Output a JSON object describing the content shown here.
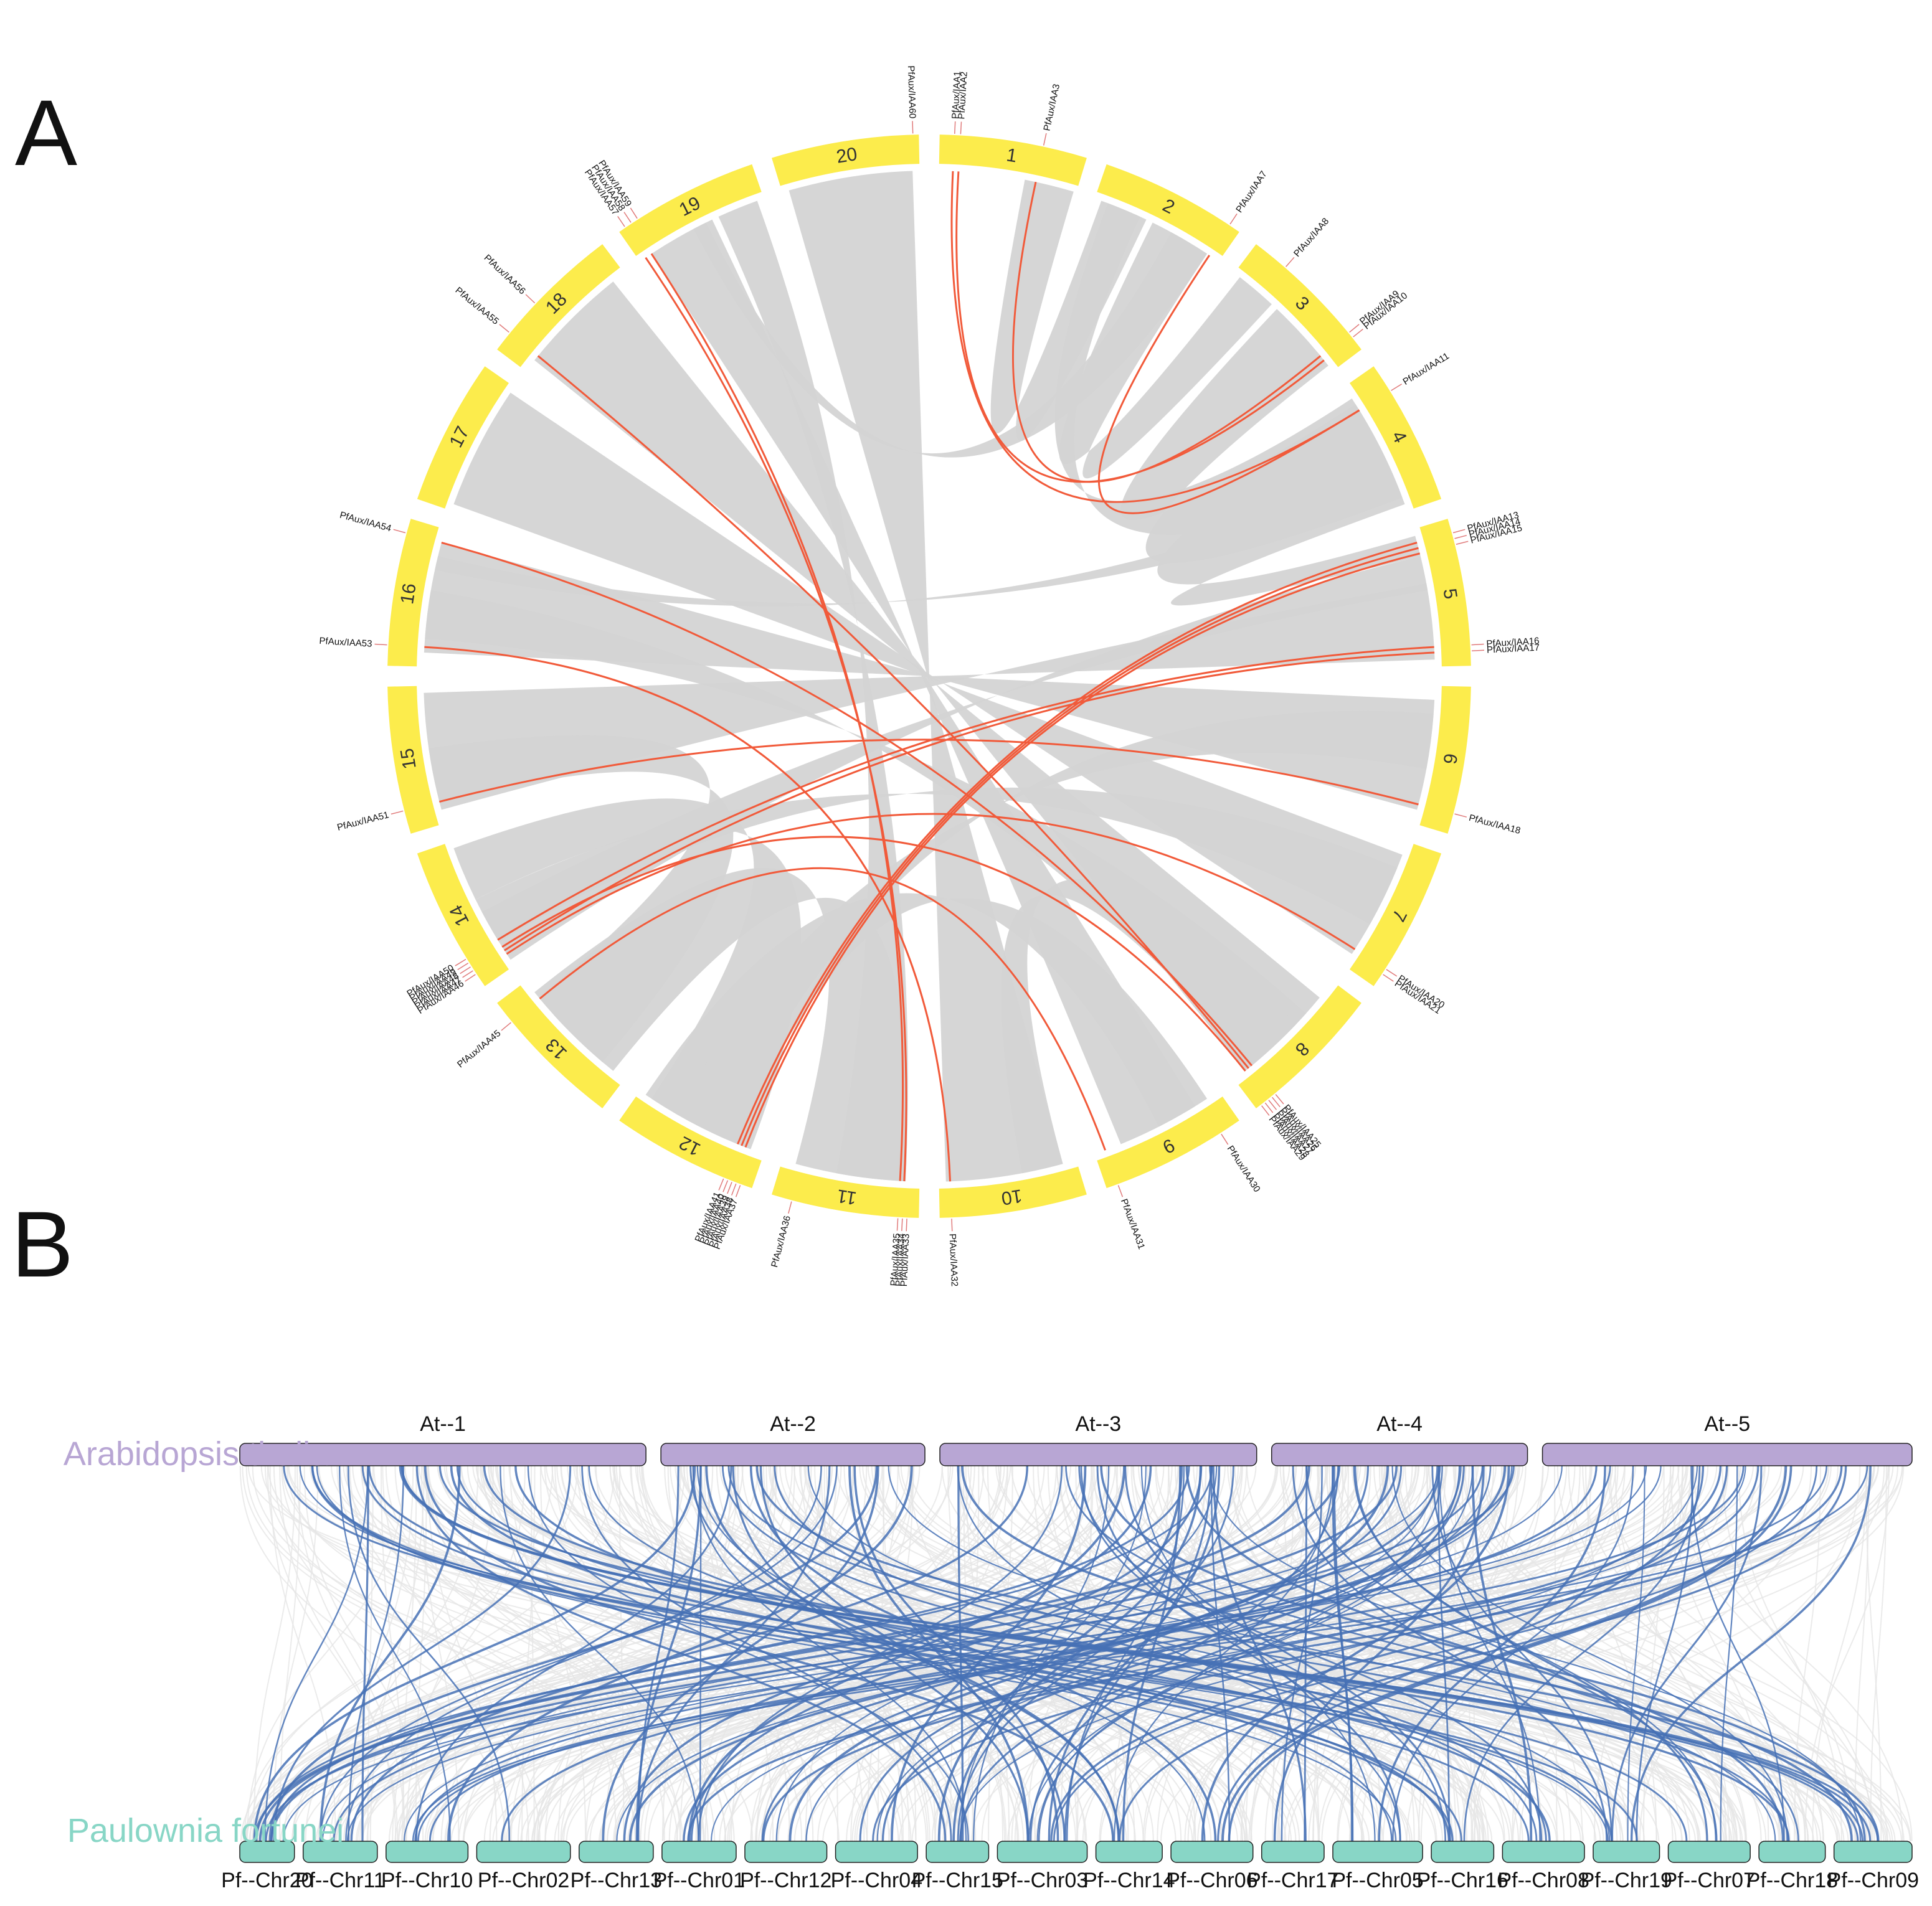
{
  "panels": {
    "a": "A",
    "b": "B"
  },
  "colors": {
    "chromosome": "#fcec4c",
    "synteny_block": "#d4d4d4",
    "segmental_duplication": "#f15a3a",
    "at_bar": "#b8a6d4",
    "pf_bar": "#88d6c6",
    "background_link": "#e6e6e6",
    "aux_link": "#4771b5"
  },
  "circos": {
    "chromosomes": [
      "1",
      "2",
      "3",
      "4",
      "5",
      "6",
      "7",
      "8",
      "9",
      "10",
      "11",
      "12",
      "13",
      "14",
      "15",
      "16",
      "17",
      "18",
      "19",
      "20"
    ],
    "genes": [
      {
        "label": "PfAux/IAA1",
        "chr": "1",
        "pos": 0.1
      },
      {
        "label": "PfAux/IAA2",
        "chr": "1",
        "pos": 0.14
      },
      {
        "label": "PfAux/IAA3",
        "chr": "1",
        "pos": 0.7
      },
      {
        "label": "PfAux/IAA7",
        "chr": "2",
        "pos": 0.92
      },
      {
        "label": "PfAux/IAA8",
        "chr": "3",
        "pos": 0.25
      },
      {
        "label": "PfAux/IAA9",
        "chr": "3",
        "pos": 0.86
      },
      {
        "label": "PfAux/IAA10",
        "chr": "3",
        "pos": 0.9
      },
      {
        "label": "PfAux/IAA11",
        "chr": "4",
        "pos": 0.2
      },
      {
        "label": "PfAux/IAA13",
        "chr": "5",
        "pos": 0.1
      },
      {
        "label": "PfAux/IAA14",
        "chr": "5",
        "pos": 0.14
      },
      {
        "label": "PfAux/IAA15",
        "chr": "5",
        "pos": 0.18
      },
      {
        "label": "PfAux/IAA16",
        "chr": "5",
        "pos": 0.86
      },
      {
        "label": "PfAux/IAA17",
        "chr": "5",
        "pos": 0.9
      },
      {
        "label": "PfAux/IAA18",
        "chr": "6",
        "pos": 0.86
      },
      {
        "label": "PfAux/IAA20",
        "chr": "7",
        "pos": 0.86
      },
      {
        "label": "PfAux/IAA21",
        "chr": "7",
        "pos": 0.9
      },
      {
        "label": "PfAux/IAA25",
        "chr": "8",
        "pos": 0.84
      },
      {
        "label": "PfAux/IAA26",
        "chr": "8",
        "pos": 0.87
      },
      {
        "label": "PfAux/IAA27",
        "chr": "8",
        "pos": 0.9
      },
      {
        "label": "PfAux/IAA28",
        "chr": "8",
        "pos": 0.93
      },
      {
        "label": "PfAux/IAA29",
        "chr": "8",
        "pos": 0.96
      },
      {
        "label": "PfAux/IAA30",
        "chr": "9",
        "pos": 0.15
      },
      {
        "label": "PfAux/IAA31",
        "chr": "9",
        "pos": 0.92
      },
      {
        "label": "PfAux/IAA32",
        "chr": "10",
        "pos": 0.92
      },
      {
        "label": "PfAux/IAA33",
        "chr": "11",
        "pos": 0.08
      },
      {
        "label": "PfAux/IAA34",
        "chr": "11",
        "pos": 0.11
      },
      {
        "label": "PfAux/IAA35",
        "chr": "11",
        "pos": 0.14
      },
      {
        "label": "PfAux/IAA36",
        "chr": "11",
        "pos": 0.86
      },
      {
        "label": "PfAux/IAA37",
        "chr": "12",
        "pos": 0.08
      },
      {
        "label": "PfAux/IAA38",
        "chr": "12",
        "pos": 0.11
      },
      {
        "label": "PfAux/IAA39",
        "chr": "12",
        "pos": 0.14
      },
      {
        "label": "PfAux/IAA40",
        "chr": "12",
        "pos": 0.17
      },
      {
        "label": "PfAux/IAA41",
        "chr": "12",
        "pos": 0.2
      },
      {
        "label": "PfAux/IAA45",
        "chr": "13",
        "pos": 0.84
      },
      {
        "label": "PfAux/IAA46",
        "chr": "14",
        "pos": 0.1
      },
      {
        "label": "PfAux/IAA47",
        "chr": "14",
        "pos": 0.13
      },
      {
        "label": "PfAux/IAA48",
        "chr": "14",
        "pos": 0.16
      },
      {
        "label": "PfAux/IAA49",
        "chr": "14",
        "pos": 0.19
      },
      {
        "label": "PfAux/IAA50",
        "chr": "14",
        "pos": 0.22
      },
      {
        "label": "PfAux/IAA51",
        "chr": "15",
        "pos": 0.16
      },
      {
        "label": "PfAux/IAA53",
        "chr": "16",
        "pos": 0.14
      },
      {
        "label": "PfAux/IAA54",
        "chr": "16",
        "pos": 0.9
      },
      {
        "label": "PfAux/IAA55",
        "chr": "18",
        "pos": 0.14
      },
      {
        "label": "PfAux/IAA56",
        "chr": "18",
        "pos": 0.4
      },
      {
        "label": "PfAux/IAA57",
        "chr": "19",
        "pos": 0.05
      },
      {
        "label": "PfAux/IAA58",
        "chr": "19",
        "pos": 0.1
      },
      {
        "label": "PfAux/IAA59",
        "chr": "19",
        "pos": 0.15
      },
      {
        "label": "PfAux/IAA60",
        "chr": "20",
        "pos": 0.96
      }
    ],
    "synteny_blocks": [
      [
        "1",
        0.62,
        0.98,
        "2",
        0.05,
        0.4
      ],
      [
        "2",
        0.45,
        0.9,
        "3",
        0.05,
        0.35
      ],
      [
        "2",
        0.1,
        0.35,
        "4",
        0.1,
        0.7
      ],
      [
        "3",
        0.4,
        0.95,
        "4",
        0.15,
        0.9
      ],
      [
        "4",
        0.2,
        0.95,
        "5",
        0.05,
        0.2
      ],
      [
        "20",
        0.05,
        0.95,
        "10",
        0.1,
        0.95
      ],
      [
        "19",
        0.1,
        0.6,
        "9",
        0.2,
        0.8
      ],
      [
        "19",
        0.65,
        0.95,
        "11",
        0.1,
        0.6
      ],
      [
        "18",
        0.1,
        0.9,
        "8",
        0.15,
        0.9
      ],
      [
        "17",
        0.05,
        0.95,
        "7",
        0.1,
        0.9
      ],
      [
        "16",
        0.1,
        0.9,
        "6",
        0.1,
        0.9
      ],
      [
        "15",
        0.1,
        0.95,
        "5",
        0.4,
        0.95
      ],
      [
        "14",
        0.05,
        0.45,
        "5",
        0.2,
        0.45
      ],
      [
        "14",
        0.55,
        0.95,
        "12",
        0.1,
        0.9
      ],
      [
        "13",
        0.1,
        0.9,
        "11",
        0.1,
        0.9
      ],
      [
        "12",
        0.2,
        0.95,
        "9",
        0.1,
        0.5
      ],
      [
        "15",
        0.15,
        0.55,
        "13",
        0.2,
        0.85
      ],
      [
        "16",
        0.2,
        0.55,
        "8",
        0.3,
        0.85
      ],
      [
        "10",
        0.1,
        0.4,
        "8",
        0.4,
        0.85
      ],
      [
        "14",
        0.2,
        0.55,
        "7",
        0.2,
        0.65
      ],
      [
        "12",
        0.3,
        0.7,
        "6",
        0.2,
        0.6
      ],
      [
        "2",
        0.6,
        0.9,
        "19",
        0.45,
        0.55
      ],
      [
        "4",
        0.7,
        0.85,
        "16",
        0.7,
        0.8
      ]
    ],
    "duplication_links": [
      [
        "1",
        "PfAux/IAA1",
        "4",
        "PfAux/IAA11"
      ],
      [
        "1",
        "PfAux/IAA2",
        "3",
        "PfAux/IAA10"
      ],
      [
        "1",
        "PfAux/IAA3",
        "3",
        "PfAux/IAA9"
      ],
      [
        "2",
        "PfAux/IAA7",
        "4",
        "PfAux/IAA11"
      ],
      [
        "5",
        "PfAux/IAA13",
        "12",
        "PfAux/IAA41"
      ],
      [
        "5",
        "PfAux/IAA14",
        "12",
        "PfAux/IAA40"
      ],
      [
        "5",
        "PfAux/IAA16",
        "14",
        "PfAux/IAA50"
      ],
      [
        "5",
        "PfAux/IAA17",
        "14",
        "PfAux/IAA47"
      ],
      [
        "6",
        "PfAux/IAA18",
        "15",
        "PfAux/IAA51"
      ],
      [
        "8",
        "PfAux/IAA25",
        "16",
        "PfAux/IAA54"
      ],
      [
        "8",
        "PfAux/IAA26",
        "18",
        "PfAux/IAA55"
      ],
      [
        "8",
        "PfAux/IAA27",
        "14",
        "PfAux/IAA48"
      ],
      [
        "9",
        "PfAux/IAA31",
        "13",
        "PfAux/IAA45"
      ],
      [
        "10",
        "PfAux/IAA32",
        "16",
        "PfAux/IAA53"
      ],
      [
        "11",
        "PfAux/IAA34",
        "19",
        "PfAux/IAA57"
      ],
      [
        "11",
        "PfAux/IAA35",
        "19",
        "PfAux/IAA58"
      ],
      [
        "12",
        "PfAux/IAA39",
        "5",
        "PfAux/IAA15"
      ],
      [
        "7",
        "PfAux/IAA20",
        "14",
        "PfAux/IAA46"
      ]
    ]
  },
  "collinearity": {
    "species_top": "Arabidopsis thalian",
    "species_bottom": "Paulownia fortunei",
    "at_chromosomes": [
      "At--1",
      "At--2",
      "At--3",
      "At--4",
      "At--5"
    ],
    "pf_chromosomes": [
      "Pf--Chr20",
      "Pf--Chr11",
      "Pf--Chr10",
      "Pf--Chr02",
      "Pf--Chr13",
      "Pf--Chr01",
      "Pf--Chr12",
      "Pf--Chr04",
      "Pf--Chr15",
      "Pf--Chr03",
      "Pf--Chr14",
      "Pf--Chr06",
      "Pf--Chr17",
      "Pf--Chr05",
      "Pf--Chr16",
      "Pf--Chr08",
      "Pf--Chr19",
      "Pf--Chr07",
      "Pf--Chr18",
      "Pf--Chr09"
    ]
  }
}
